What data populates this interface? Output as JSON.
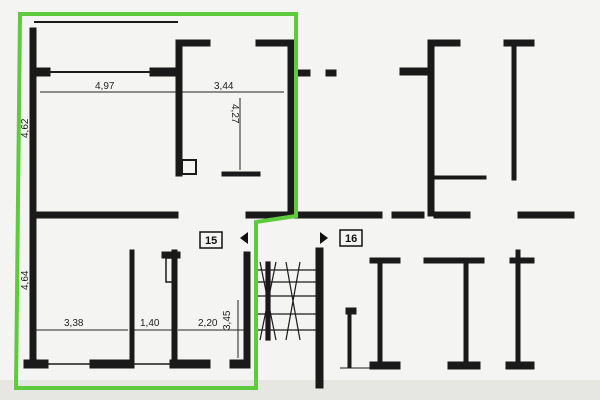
{
  "unit_labels": {
    "15": "15",
    "16": "16"
  },
  "dimensions": {
    "top_left_width": "4,97",
    "top_right_width": "3,44",
    "top_right_depth": "4,27",
    "left_height_top": "4,62",
    "left_height_bottom": "4,64",
    "bottom_width_1": "3,38",
    "bottom_width_2": "1,40",
    "bottom_width_3": "2,20",
    "bottom_right_height": "3,45"
  },
  "colors": {
    "highlight": "#5ecb3c",
    "wall": "#1a1a1a",
    "paper": "#f4f4f2"
  }
}
